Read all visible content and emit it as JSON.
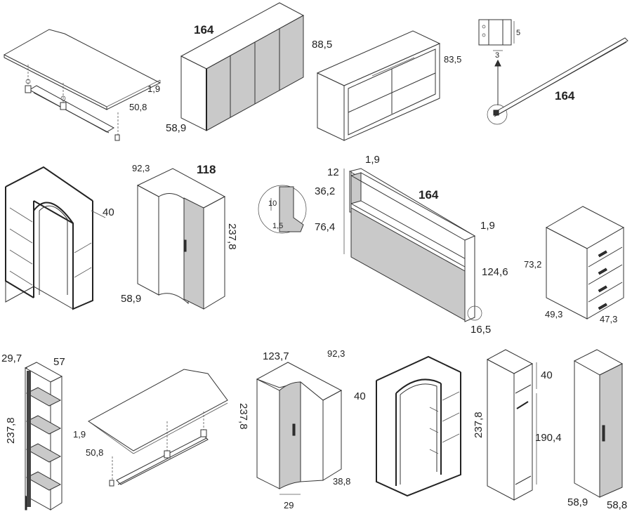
{
  "labels": {
    "desk_top_1": {
      "thickness": "1,9",
      "depth": "50,8"
    },
    "wardrobe_4door": {
      "width": "164",
      "height": "88,5",
      "depth": "58,9"
    },
    "open_shelf_unit": {
      "height": "83,5"
    },
    "rail_detail": {
      "height": "5",
      "width": "3"
    },
    "hanging_rail": {
      "length": "164"
    },
    "corner_open_left": {
      "depth": "40"
    },
    "corner_wardrobe": {
      "width": "118",
      "side": "92,3",
      "height": "237,8",
      "depth": "58,9"
    },
    "edge_detail": {
      "height": "10",
      "offset": "1,5"
    },
    "headboard": {
      "thickness_top": "1,9",
      "top": "12",
      "shelf": "36,2",
      "panel": "76,4",
      "width": "164",
      "thickness_side": "1,9",
      "height": "124,6",
      "depth": "16,5"
    },
    "chest_of_drawers": {
      "height": "73,2",
      "width": "49,3",
      "depth": "47,3"
    },
    "side_shelf": {
      "depth": "29,7",
      "height_top": "57",
      "height": "237,8"
    },
    "desk_top_2": {
      "thickness": "1,9",
      "depth": "50,8"
    },
    "corner_wardrobe_2": {
      "width": "123,7",
      "side": "92,3",
      "height": "237,8",
      "depth": "38,8",
      "inset": "29"
    },
    "corner_open_right": {
      "depth": "40"
    },
    "tall_open_unit": {
      "depth": "40",
      "height": "237,8",
      "inner_height": "190,4"
    },
    "tall_wardrobe": {
      "width": "58,9",
      "depth": "58,8"
    }
  }
}
